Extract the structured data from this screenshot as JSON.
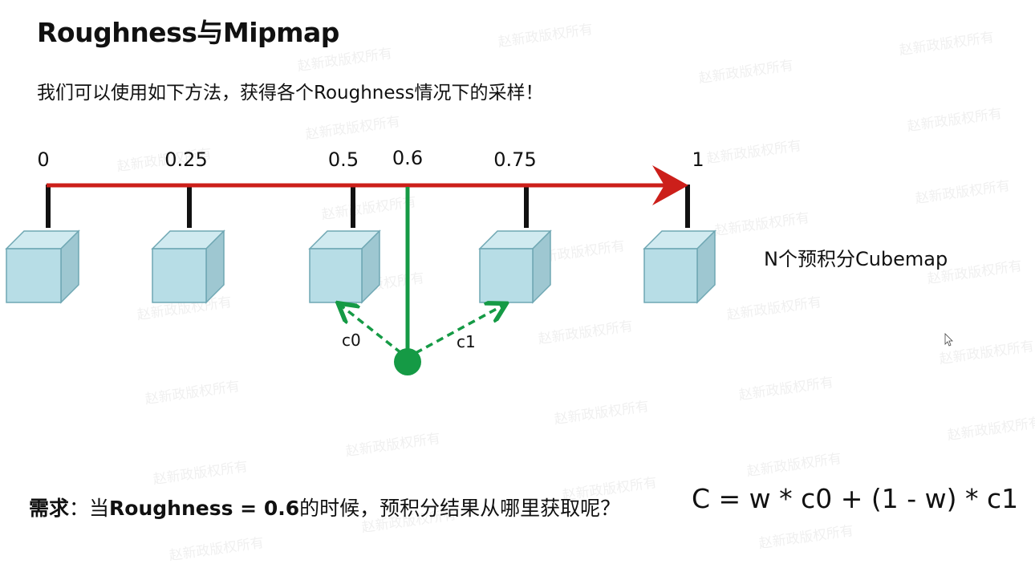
{
  "slide": {
    "title": "Roughness与Mipmap",
    "subtitle": "我们可以使用如下方法，获得各个Roughness情况下的采样！",
    "ticks": [
      "0",
      "0.25",
      "0.5",
      "0.6",
      "0.75",
      "1"
    ],
    "cube_caption": "N个预积分Cubemap",
    "c0_label": "c0",
    "c1_label": "c1",
    "footer": {
      "heading": "需求",
      "colon": "：当",
      "bold_part": "Roughness = 0.6",
      "rest": "的时候，预积分结果从哪里获取呢？"
    },
    "formula": "C = w * c0 + (1 - w) * c1",
    "watermark": "赵新政版权所有"
  },
  "colors": {
    "axis_red": "#cc1f1a",
    "sample_green": "#159a45",
    "cube_front": "#b7dde6",
    "cube_top": "#d0eaf0",
    "cube_side": "#9ec7d1",
    "cube_edge": "#6fa7b3"
  }
}
